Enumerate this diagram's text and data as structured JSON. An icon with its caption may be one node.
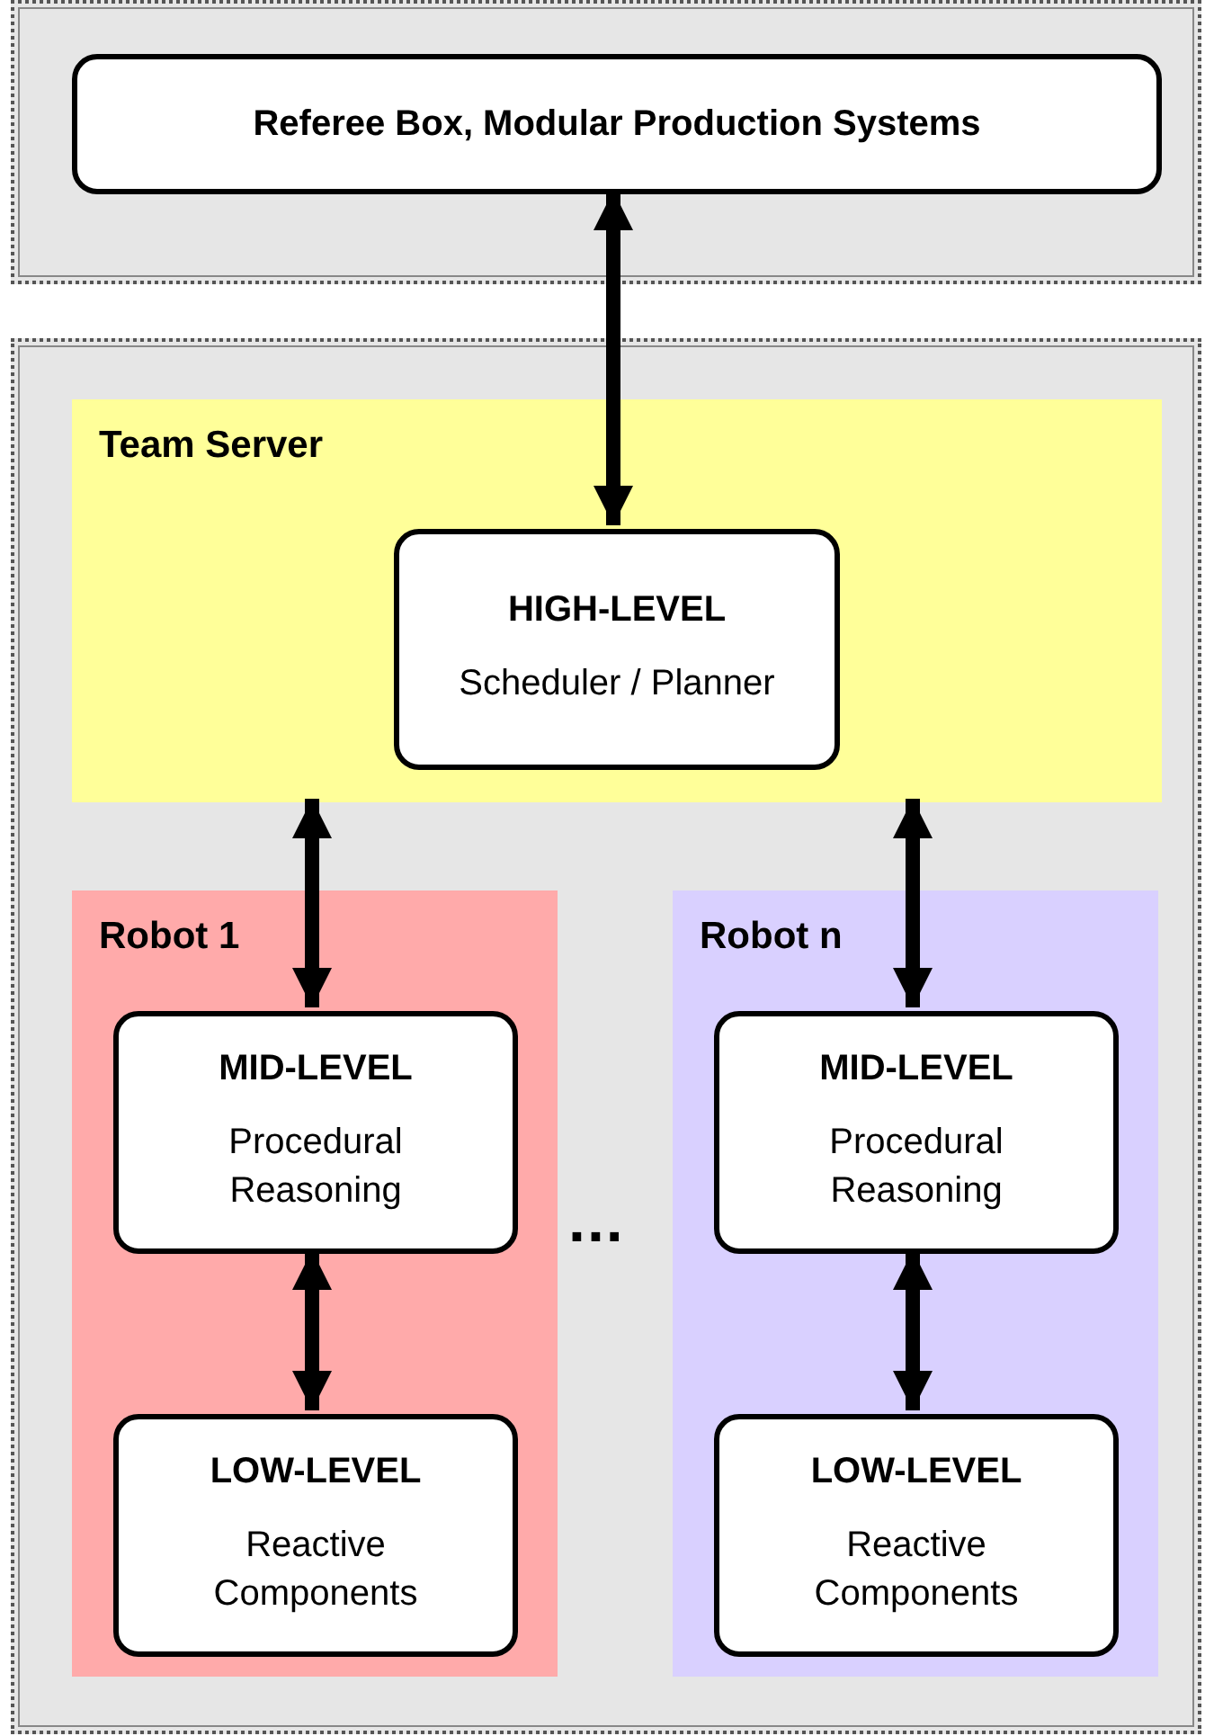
{
  "diagram": {
    "nodes": [
      {
        "text": [],
        "shape": "box"
      },
      {
        "text": [
          "Referee Box, Modular Production Systems"
        ],
        "in": 0
      },
      {
        "text": [],
        "shape": "box"
      },
      {
        "text": [
          "Team Server"
        ],
        "in": 2
      },
      {
        "text": [
          "HIGH-LEVEL",
          "Scheduler / Planner"
        ],
        "in": 3
      },
      {
        "text": [
          "Robot 1"
        ],
        "in": 2
      },
      {
        "text": [
          "MID-LEVEL",
          "Procedural Reasoning"
        ],
        "in": 5
      },
      {
        "text": [
          "LOW-LEVEL",
          "Reactive Components"
        ],
        "in": 5
      },
      {
        "text": [
          "Robot n"
        ],
        "in": 2
      },
      {
        "text": [
          "MID-LEVEL",
          "Procedural Reasoning"
        ],
        "in": 8
      },
      {
        "text": [
          "LOW-LEVEL",
          "Reactive Components"
        ],
        "in": 8
      }
    ],
    "edges": [
      {
        "from": 1,
        "to": 4,
        "arrow": "both"
      },
      {
        "from": 3,
        "to": 6,
        "arrow": "both"
      },
      {
        "from": 3,
        "to": 9,
        "arrow": "both"
      },
      {
        "from": 6,
        "to": 7,
        "arrow": "both"
      },
      {
        "from": 9,
        "to": 10,
        "arrow": "both"
      }
    ],
    "labels": [
      "..."
    ]
  }
}
